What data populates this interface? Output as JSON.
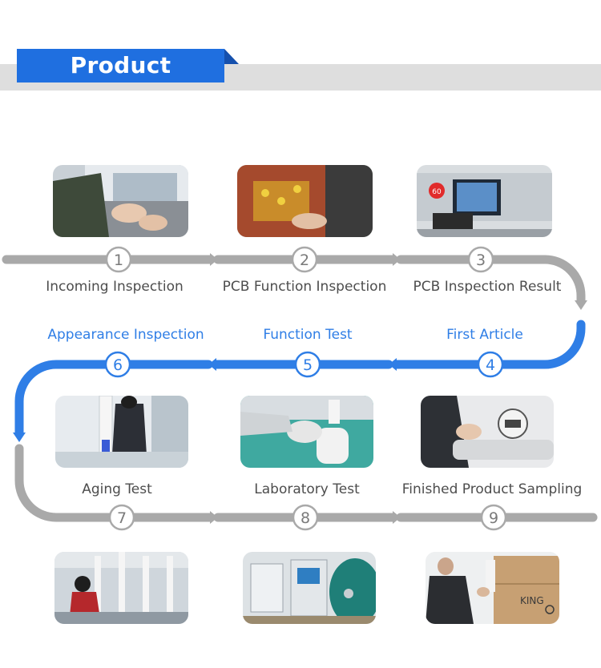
{
  "header": {
    "title": "Product Process"
  },
  "colors": {
    "accent": "#2f7ee6",
    "track_gray": "#a9a9a9",
    "header_gray": "#dedede"
  },
  "steps": [
    {
      "num": "1",
      "label": "Incoming Inspection",
      "color": "gray"
    },
    {
      "num": "2",
      "label": "PCB Function Inspection",
      "color": "gray"
    },
    {
      "num": "3",
      "label": "PCB Inspection Result",
      "color": "gray"
    },
    {
      "num": "4",
      "label": "First Article",
      "color": "blue"
    },
    {
      "num": "5",
      "label": "Function Test",
      "color": "blue"
    },
    {
      "num": "6",
      "label": "Appearance Inspection",
      "color": "blue"
    },
    {
      "num": "7",
      "label": "Aging Test",
      "color": "gray"
    },
    {
      "num": "8",
      "label": "Laboratory Test",
      "color": "gray"
    },
    {
      "num": "9",
      "label": "Finished Product Sampling",
      "color": "gray"
    }
  ],
  "photos": {
    "p9_box_text": "KING",
    "p3_sign_text": "60"
  }
}
